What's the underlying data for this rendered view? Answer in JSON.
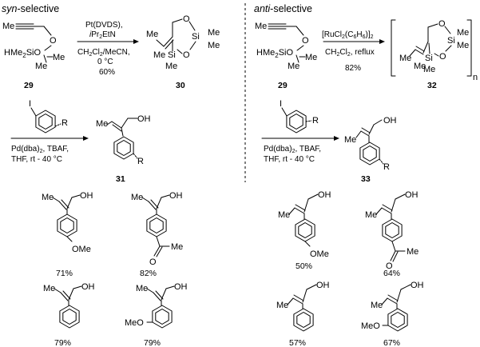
{
  "sections": {
    "syn": {
      "italic": "syn",
      "rest": "-selective"
    },
    "anti": {
      "italic": "anti",
      "rest": "-selective"
    }
  },
  "atoms": {
    "o": "O",
    "si": "Si",
    "me": "Me",
    "sio": "SiO",
    "hme2": "HMe",
    "sub2": "2",
    "oh": "OH",
    "i": "I",
    "r": "R",
    "ome": "OMe",
    "meo": "MeO",
    "n": "n"
  },
  "reactions": {
    "r1": {
      "line1": "Pt(DVDS),",
      "line2_i": "i",
      "line2_rest": "Pr",
      "line2_sub": "2",
      "line2_end": "EtN",
      "line3_a": "CH",
      "line3_sub1": "2",
      "line3_b": "Cl",
      "line3_sub2": "2",
      "line3_c": "/MeCN,",
      "line4": "0 °C",
      "line5": "60%"
    },
    "r2": {
      "line1_a": "[RuCl",
      "line1_sub1": "2",
      "line1_b": "(C",
      "line1_sub2": "6",
      "line1_c": "H",
      "line1_sub3": "6",
      "line1_d": ")]",
      "line1_sub4": "2",
      "line2_a": "CH",
      "line2_sub1": "2",
      "line2_b": "Cl",
      "line2_sub2": "2",
      "line2_c": ", reflux",
      "line3": "82%"
    },
    "r3": {
      "line1_a": "Pd(dba)",
      "line1_sub": "2",
      "line1_b": ", TBAF,",
      "line2": "THF, rt - 40 °C"
    },
    "r4": {
      "line1_a": "Pd(dba)",
      "line1_sub": "2",
      "line1_b": ", TBAF,",
      "line2": "THF, rt - 40 °C"
    }
  },
  "compounds": {
    "c29a": "29",
    "c30": "30",
    "c29b": "29",
    "c32": "32",
    "c31": "31",
    "c33": "33"
  },
  "yields": {
    "y1": "71%",
    "y2": "82%",
    "y3": "50%",
    "y4": "64%",
    "y5": "79%",
    "y6": "79%",
    "y7": "57%",
    "y8": "67%"
  }
}
